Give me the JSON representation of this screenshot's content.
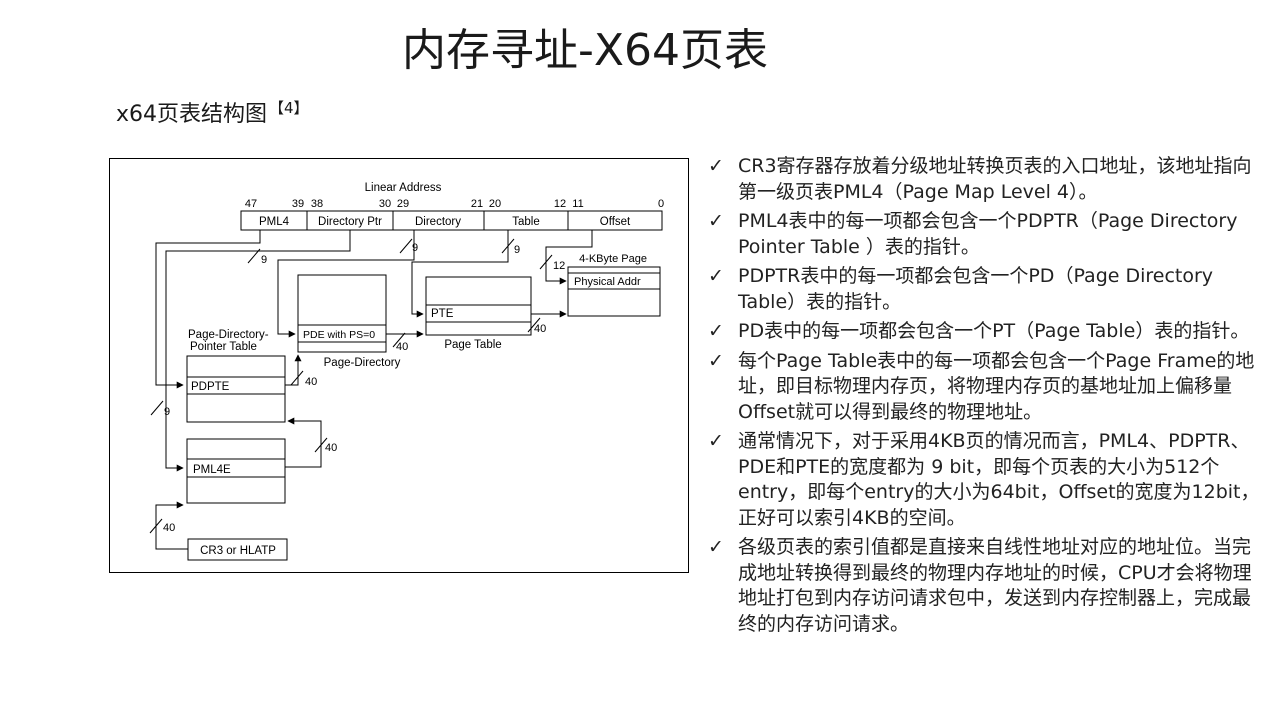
{
  "slide": {
    "title": "内存寻址-X64页表",
    "subtitle": "x64页表结构图",
    "citation": "【4】"
  },
  "diagram": {
    "linear_address_label": "Linear Address",
    "bit_labels": [
      "47",
      "39",
      "38",
      "30",
      "29",
      "21",
      "20",
      "12",
      "11",
      "0"
    ],
    "fields": [
      "PML4",
      "Directory Ptr",
      "Directory",
      "Table",
      "Offset"
    ],
    "page_label": "4-KByte Page",
    "physical_addr": "Physical Addr",
    "pte": "PTE",
    "page_table": "Page Table",
    "pde": "PDE with PS=0",
    "page_directory": "Page-Directory",
    "pdpt_line1": "Page-Directory-",
    "pdpt_line2": "Pointer Table",
    "pdpte": "PDPTE",
    "pml4e": "PML4E",
    "cr3": "CR3 or HLATP",
    "widths": {
      "nine": "9",
      "twelve": "12",
      "forty": "40"
    }
  },
  "bullets": [
    {
      "icon": "checkmark",
      "text": "CR3寄存器存放着分级地址转换页表的入口地址，该地址指向第一级页表PML4（Page Map Level 4）。"
    },
    {
      "icon": "checkmark",
      "text": "PML4表中的每一项都会包含一个PDPTR（Page Directory Pointer Table ）表的指针。"
    },
    {
      "icon": "checkmark",
      "text": "PDPTR表中的每一项都会包含一个PD（Page Directory Table）表的指针。"
    },
    {
      "icon": "checkmark",
      "text": "PD表中的每一项都会包含一个PT（Page Table）表的指针。"
    },
    {
      "icon": "checkmark",
      "text": "每个Page Table表中的每一项都会包含一个Page Frame的地址，即目标物理内存页，将物理内存页的基地址加上偏移量Offset就可以得到最终的物理地址。"
    },
    {
      "icon": "checkmark",
      "text": "通常情况下，对于采用4KB页的情况而言，PML4、PDPTR、PDE和PTE的宽度都为 9 bit，即每个页表的大小为512个entry，即每个entry的大小为64bit，Offset的宽度为12bit，正好可以索引4KB的空间。"
    },
    {
      "icon": "checkmark",
      "text": "各级页表的索引值都是直接来自线性地址对应的地址位。当完成地址转换得到最终的物理内存地址的时候，CPU才会将物理地址打包到内存访问请求包中，发送到内存控制器上，完成最终的内存访问请求。"
    }
  ]
}
